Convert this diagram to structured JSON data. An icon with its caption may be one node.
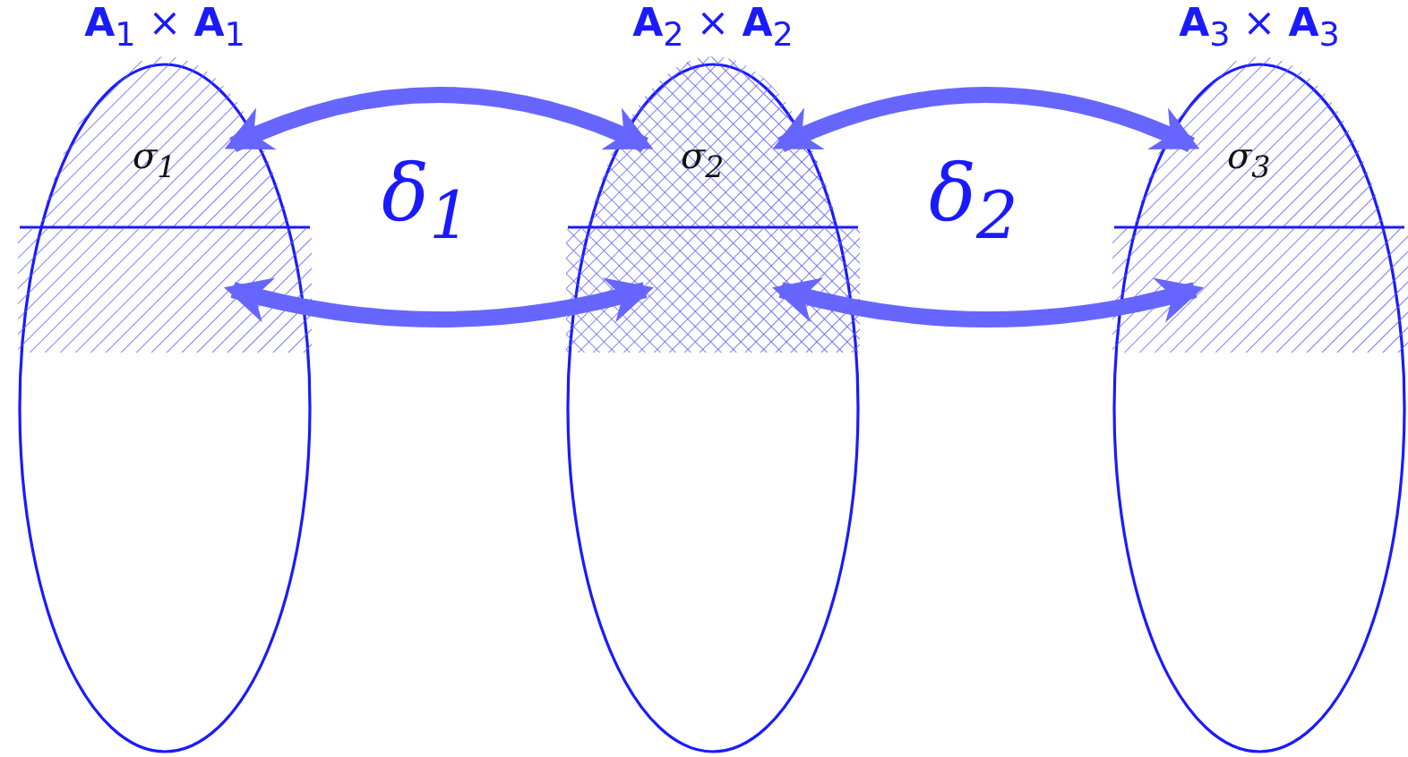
{
  "diagram": {
    "nodes": [
      {
        "text": [
          "**A**$_{1}$ × **A**$_{1}$"
        ]
      },
      {
        "text": [
          "σ$_{1}$"
        ],
        "in": 0
      },
      {
        "text": [],
        "shape": "box",
        "in": 0
      },
      {
        "text": [
          "**A**$_{2}$ × **A**$_{2}$"
        ]
      },
      {
        "text": [
          "σ$_{2}$"
        ],
        "in": 3
      },
      {
        "text": [],
        "shape": "box",
        "in": 3
      },
      {
        "text": [
          "**A**$_{3}$ × **A**$_{3}$"
        ]
      },
      {
        "text": [
          "σ$_{3}$"
        ],
        "in": 6
      },
      {
        "text": [],
        "shape": "box",
        "in": 6
      }
    ],
    "edges": [
      {
        "from": 1,
        "to": 4,
        "arrow": "both",
        "label": "δ$_{1}$"
      },
      {
        "from": 2,
        "to": 5,
        "arrow": "both"
      },
      {
        "from": 4,
        "to": 7,
        "arrow": "both",
        "label": "δ$_{2}$"
      },
      {
        "from": 5,
        "to": 8,
        "arrow": "both"
      }
    ]
  }
}
